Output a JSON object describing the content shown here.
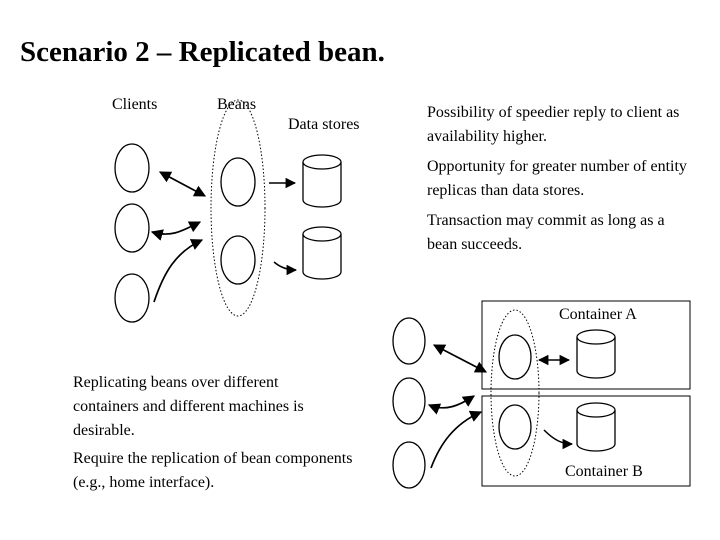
{
  "slide": {
    "title": "Scenario 2 – Replicated bean."
  },
  "labels": {
    "clients": "Clients",
    "beans": "Beans",
    "data_stores": "Data stores",
    "container_a": "Container A",
    "container_b": "Container B"
  },
  "notes_right": [
    "Possibility of speedier reply to client as availability higher.",
    "Opportunity for greater number of entity replicas than data stores.",
    "Transaction may commit as long as a bean succeeds."
  ],
  "notes_left": [
    "Replicating beans over different containers and different machines is desirable.",
    "Require the replication of bean components (e.g., home interface)."
  ]
}
